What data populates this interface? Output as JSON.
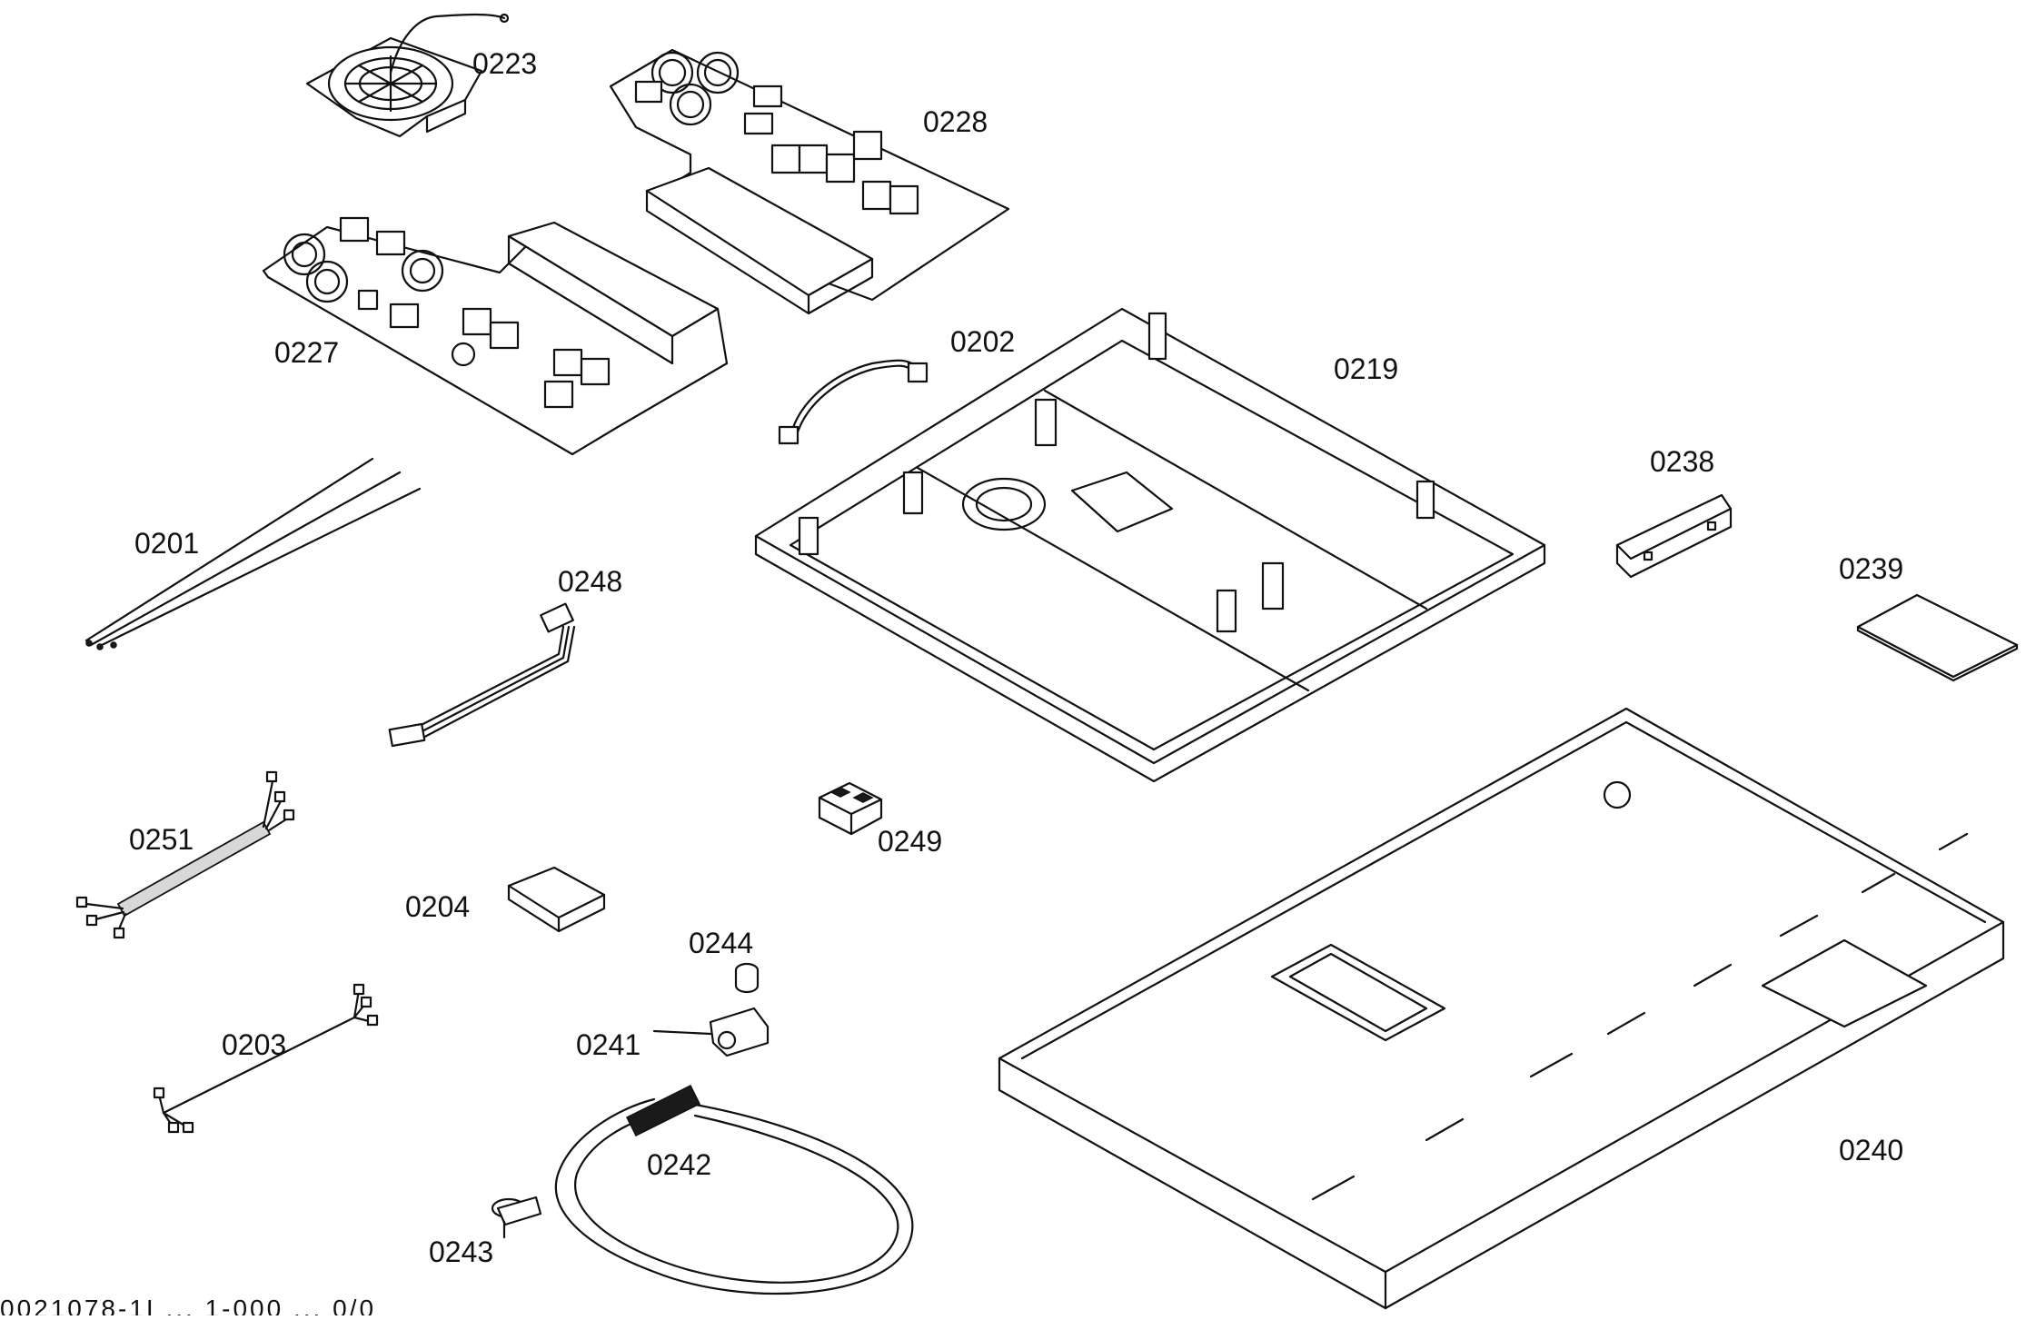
{
  "parts": [
    {
      "id": "0223"
    },
    {
      "id": "0228"
    },
    {
      "id": "0227"
    },
    {
      "id": "0202"
    },
    {
      "id": "0219"
    },
    {
      "id": "0238"
    },
    {
      "id": "0239"
    },
    {
      "id": "0201"
    },
    {
      "id": "0248"
    },
    {
      "id": "0251"
    },
    {
      "id": "0249"
    },
    {
      "id": "0204"
    },
    {
      "id": "0244"
    },
    {
      "id": "0241"
    },
    {
      "id": "0203"
    },
    {
      "id": "0242"
    },
    {
      "id": "0243"
    },
    {
      "id": "0240"
    }
  ],
  "footer": "0021078-1I ... 1-000 ... 0/0"
}
